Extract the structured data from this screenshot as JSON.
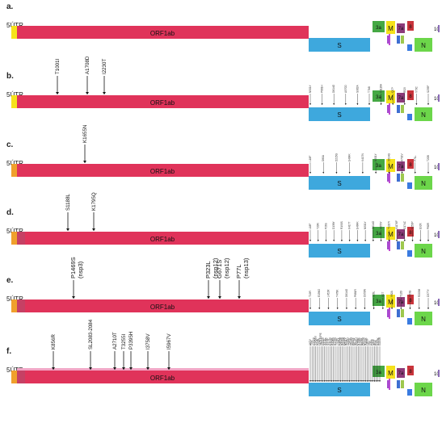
{
  "utr_label": "5ÚTR",
  "genes": {
    "orf1ab": "ORF1ab",
    "s": "S",
    "orf3a": "3a",
    "m": "M",
    "orf7a": "7a",
    "orf8": "8",
    "n": "N",
    "orf10": "10"
  },
  "colors": {
    "utr_yellow": "#f6e21b",
    "utr_orange": "#f0a02c",
    "orf1ab": "#e0335a",
    "s": "#3ea8dd",
    "orf3a": "#45a844",
    "m": "#f5e11b",
    "orf7a": "#8d3b7a",
    "orf8": "#c9343b",
    "n": "#6cd64a",
    "orf10": "#8a6bb6"
  },
  "panels": [
    {
      "label": "a.",
      "orf1ab_mutations": [],
      "structural_mutations": []
    },
    {
      "label": "b.",
      "orf1ab_mutations": [
        "T1001I",
        "A1708D",
        "I2230T"
      ],
      "structural_mutations": [
        "N501Y",
        "P681H",
        "D614G",
        "A570D",
        "S982A",
        "T716I",
        "D1118H",
        "Q27*",
        "R52I",
        "Y73C",
        "S235F"
      ]
    },
    {
      "label": "c.",
      "orf1ab_mutations": [
        "K1655N"
      ],
      "structural_mutations": [
        "L18F",
        "D80A",
        "D215G",
        "E484K",
        "K417N",
        "N501Y",
        "D614G",
        "A701V",
        "P71L",
        "T205I"
      ]
    },
    {
      "label": "d.",
      "orf1ab_mutations": [
        "S1188L",
        "K1795Q"
      ],
      "structural_mutations": [
        "L18F",
        "T20N",
        "P26S",
        "D138Y",
        "R190S",
        "K417T",
        "E484K",
        "N501Y",
        "D614G",
        "H655Y",
        "T1027I",
        "V1176F",
        "G174C",
        "S253P",
        "E92K",
        "P80R"
      ]
    },
    {
      "label": "e.",
      "orf1ab_mutations": [
        "P1469S (nsp3)",
        "P323L (nsp12)",
        "G671S (nsp12)",
        "P77L (nsp13)"
      ],
      "structural_mutations": [
        "T19R",
        "E156G",
        "L452R",
        "T478K",
        "D614G",
        "P681R",
        "D950N",
        "S26L",
        "I82T",
        "V82A",
        "T120I",
        "D63G",
        "R203M",
        "D377Y"
      ]
    },
    {
      "label": "f.",
      "orf1ab_mutations": [
        "K856R",
        "SL2083-2084",
        "A2710T",
        "T3255I",
        "P3395H",
        "I3758V",
        "I5967V"
      ],
      "structural_mutations": [
        "A67V",
        "T95I",
        "G142D",
        "Y145del",
        "N211I",
        "L212V",
        "ins214EPE",
        "G339D",
        "S371L",
        "S373P",
        "S375F",
        "K417N",
        "N440K",
        "G446S",
        "S477N",
        "T478K",
        "E484A",
        "Q493R",
        "G496S",
        "Q498R",
        "N501Y",
        "Y505H",
        "T547K",
        "D614G",
        "H655Y",
        "N679K",
        "P681H",
        "N764K",
        "D796Y",
        "N856K",
        "Q954H",
        "N969K",
        "L981F",
        "T9I",
        "D3G",
        "Q19E",
        "A63T",
        "P13L",
        "R203K",
        "G204R"
      ]
    }
  ]
}
